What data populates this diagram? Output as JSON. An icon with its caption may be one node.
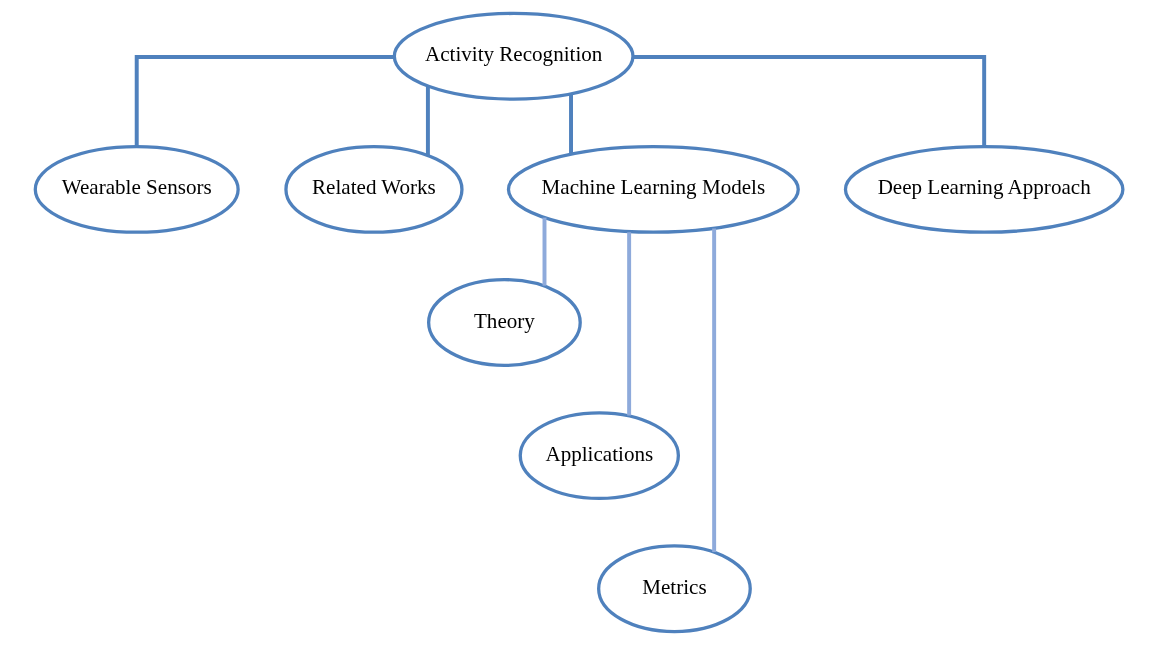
{
  "diagram": {
    "nodes": [
      {
        "text": [
          "Activity Recognition"
        ]
      },
      {
        "text": [
          "Wearable Sensors"
        ]
      },
      {
        "text": [
          "Related Works"
        ]
      },
      {
        "text": [
          "Machine Learning Models"
        ]
      },
      {
        "text": [
          "Deep Learning Approach"
        ]
      },
      {
        "text": [
          "Theory"
        ]
      },
      {
        "text": [
          "Applications"
        ]
      },
      {
        "text": [
          "Metrics"
        ]
      }
    ],
    "edges": [
      {
        "from": 0,
        "to": 1,
        "arrow": "none"
      },
      {
        "from": 0,
        "to": 2,
        "arrow": "none"
      },
      {
        "from": 0,
        "to": 3,
        "arrow": "none"
      },
      {
        "from": 0,
        "to": 4,
        "arrow": "none"
      },
      {
        "from": 3,
        "to": 5,
        "arrow": "none",
        "color": "#8eaadb"
      },
      {
        "from": 3,
        "to": 6,
        "arrow": "none",
        "color": "#8eaadb"
      },
      {
        "from": 3,
        "to": 7,
        "arrow": "none",
        "color": "#8eaadb"
      }
    ]
  }
}
